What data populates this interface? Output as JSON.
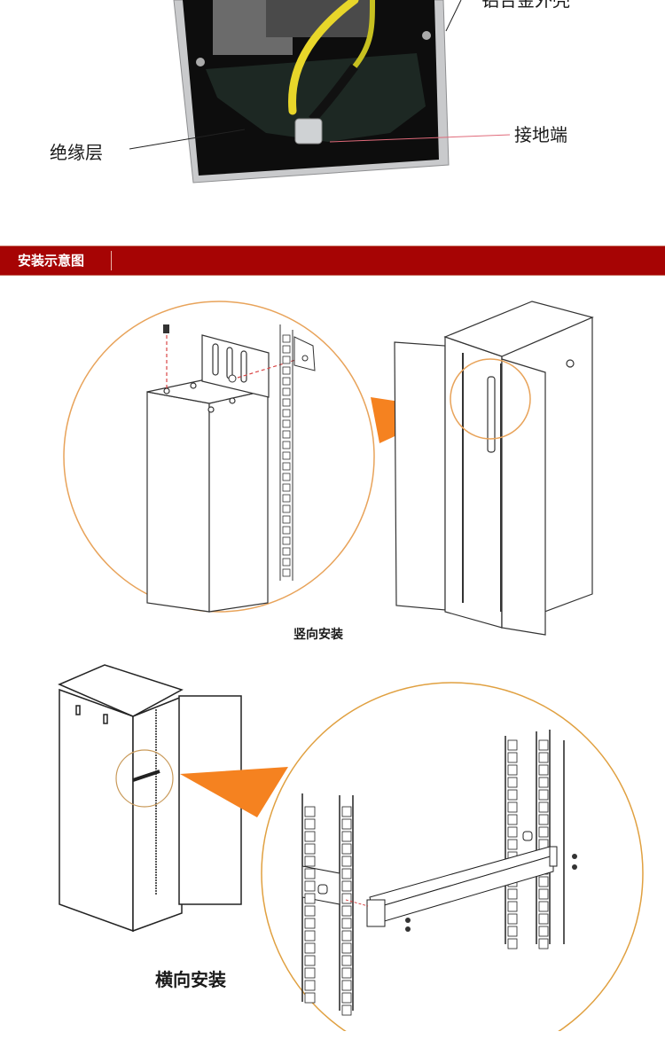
{
  "photo_section": {
    "labels": {
      "shell": "铝合金外壳",
      "insulation": "绝缘层",
      "ground": "接地端"
    }
  },
  "banner": {
    "title": "安装示意图",
    "color": "#a60404"
  },
  "vertical_install": {
    "caption": "竖向安装"
  },
  "horizontal_install": {
    "caption": "横向安装"
  },
  "colors": {
    "accent_orange": "#f58220",
    "circle_outline": "#e8a35a",
    "line_art": "#333333"
  }
}
